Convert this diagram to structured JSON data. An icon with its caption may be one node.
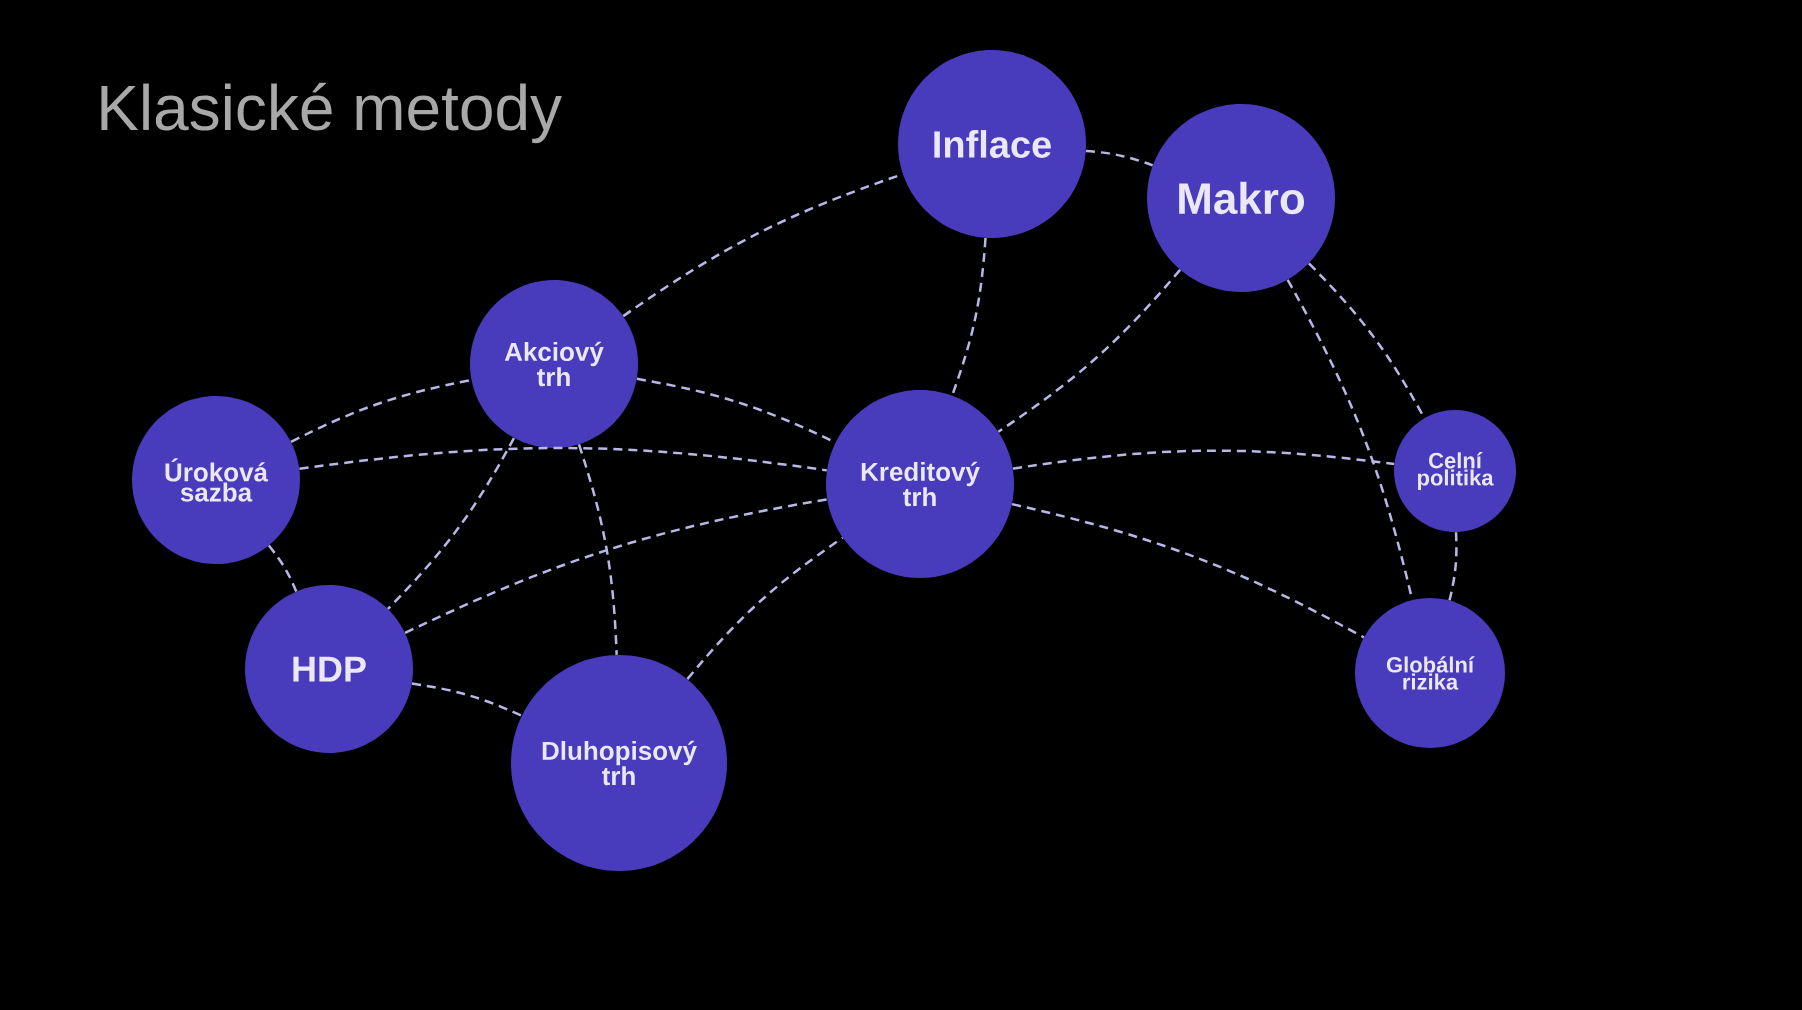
{
  "diagram": {
    "title": "Klasické metody",
    "nodes": [
      {
        "text": [
          "Inflace"
        ]
      },
      {
        "text": [
          "Makro"
        ]
      },
      {
        "text": [
          "Akciový trh"
        ]
      },
      {
        "text": [
          "Úroková sazba"
        ]
      },
      {
        "text": [
          "Kreditový trh"
        ]
      },
      {
        "text": [
          "Celní politika"
        ]
      },
      {
        "text": [
          "HDP"
        ]
      },
      {
        "text": [
          "Dluhopisový trh"
        ]
      },
      {
        "text": [
          "Globální rizika"
        ]
      }
    ],
    "edges": [
      {
        "from": 2,
        "to": 0,
        "arrow": "none",
        "style": "dashed"
      },
      {
        "from": 0,
        "to": 1,
        "arrow": "none",
        "style": "dashed"
      },
      {
        "from": 0,
        "to": 4,
        "arrow": "none",
        "style": "dashed"
      },
      {
        "from": 1,
        "to": 4,
        "arrow": "none",
        "style": "dashed"
      },
      {
        "from": 1,
        "to": 5,
        "arrow": "none",
        "style": "dashed"
      },
      {
        "from": 1,
        "to": 8,
        "arrow": "none",
        "style": "dashed"
      },
      {
        "from": 3,
        "to": 2,
        "arrow": "none",
        "style": "dashed"
      },
      {
        "from": 2,
        "to": 4,
        "arrow": "none",
        "style": "dashed"
      },
      {
        "from": 2,
        "to": 6,
        "arrow": "none",
        "style": "dashed"
      },
      {
        "from": 2,
        "to": 7,
        "arrow": "none",
        "style": "dashed"
      },
      {
        "from": 3,
        "to": 4,
        "arrow": "none",
        "style": "dashed"
      },
      {
        "from": 3,
        "to": 6,
        "arrow": "none",
        "style": "dashed"
      },
      {
        "from": 4,
        "to": 5,
        "arrow": "none",
        "style": "dashed"
      },
      {
        "from": 6,
        "to": 4,
        "arrow": "none",
        "style": "dashed"
      },
      {
        "from": 7,
        "to": 4,
        "arrow": "none",
        "style": "dashed"
      },
      {
        "from": 4,
        "to": 8,
        "arrow": "none",
        "style": "dashed"
      },
      {
        "from": 6,
        "to": 7,
        "arrow": "none",
        "style": "dashed"
      },
      {
        "from": 5,
        "to": 8,
        "arrow": "none",
        "style": "dashed"
      }
    ]
  }
}
